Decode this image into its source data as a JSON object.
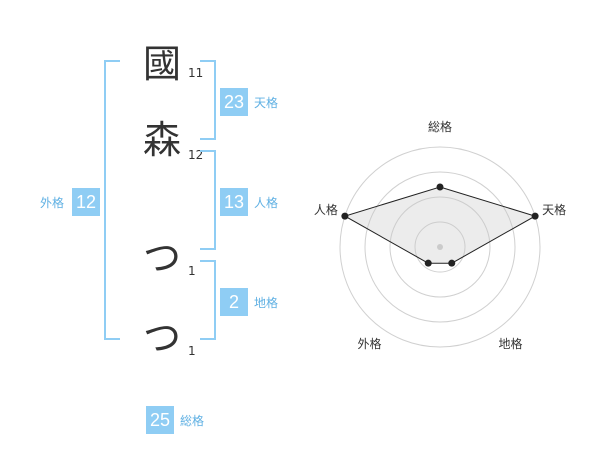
{
  "characters": [
    {
      "glyph": "國",
      "strokes": "11"
    },
    {
      "glyph": "森",
      "strokes": "12"
    },
    {
      "glyph": "つ",
      "strokes": "1"
    },
    {
      "glyph": "つ",
      "strokes": "1"
    }
  ],
  "fortunes": {
    "tenkaku": {
      "label": "天格",
      "value": "23"
    },
    "jinkaku": {
      "label": "人格",
      "value": "13"
    },
    "chikaku": {
      "label": "地格",
      "value": "2"
    },
    "gaikaku": {
      "label": "外格",
      "value": "12"
    },
    "soukaku": {
      "label": "総格",
      "value": "25"
    }
  },
  "colors": {
    "accent": "#8fcdf4",
    "accent_text": "#5fb0e3"
  },
  "chart_data": {
    "type": "radar",
    "axes": [
      "総格",
      "天格",
      "地格",
      "外格",
      "人格"
    ],
    "values": [
      3,
      5,
      1,
      1,
      5
    ],
    "rmax": 5,
    "rings": 4
  }
}
